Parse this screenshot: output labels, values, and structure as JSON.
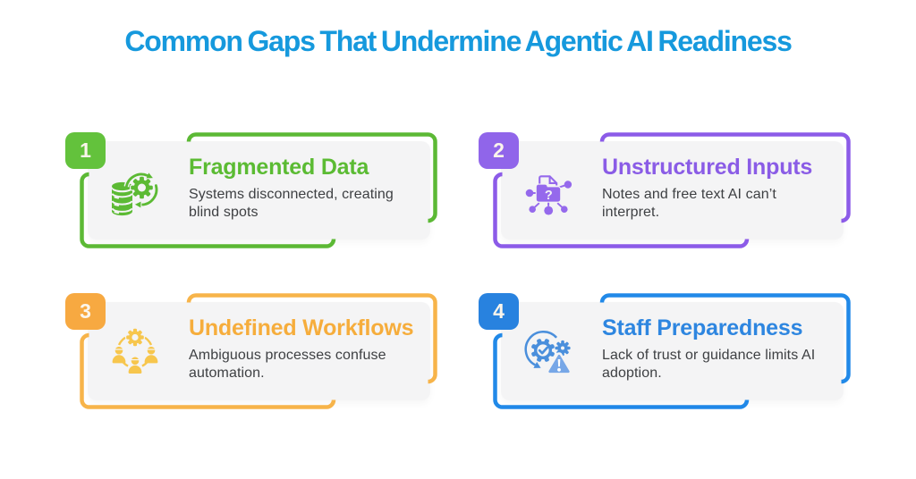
{
  "page": {
    "title": "Common Gaps That Undermine Agentic AI Readiness",
    "title_color": "#1699DD",
    "background": "#ffffff",
    "card_background": "#f4f4f5",
    "body_text_color": "#3e4043",
    "badge_text_color": "#fbf5eb"
  },
  "cards": [
    {
      "number": "1",
      "title": "Fragmented Data",
      "lines": [
        "Systems disconnected, creating",
        "blind spots"
      ],
      "color": "#5BBB33",
      "badge_color": "#63C23C",
      "frame_color": "#5CB935",
      "icon_color": "#5CBA34",
      "icon_color_2": "#5CBA34",
      "icon": "database-sync-icon"
    },
    {
      "number": "2",
      "title": "Unstructured Inputs",
      "lines": [
        "Notes and free text AI can’t",
        "interpret."
      ],
      "color": "#8A5CE6",
      "badge_color": "#9065EA",
      "frame_color": "#8C5BE8",
      "icon_color": "#9569EC",
      "icon_color_2": "#9569EC",
      "icon": "folder-question-network-icon"
    },
    {
      "number": "3",
      "title": "Undefined Workflows",
      "lines": [
        "Ambiguous processes confuse",
        "automation."
      ],
      "color": "#F6AD3C",
      "badge_color": "#F7A941",
      "frame_color": "#F7B44A",
      "icon_color": "#F7C64D",
      "icon_color_2": "#F7C64D",
      "icon": "team-gear-icon"
    },
    {
      "number": "4",
      "title": "Staff Preparedness",
      "lines": [
        "Lack of trust or guidance limits AI",
        "adoption."
      ],
      "color": "#2E86E0",
      "badge_color": "#2882DF",
      "frame_color": "#2189E8",
      "icon_color": "#4A8FDC",
      "icon_color_2": "#77A7E7",
      "icon": "gear-check-warning-icon"
    }
  ]
}
